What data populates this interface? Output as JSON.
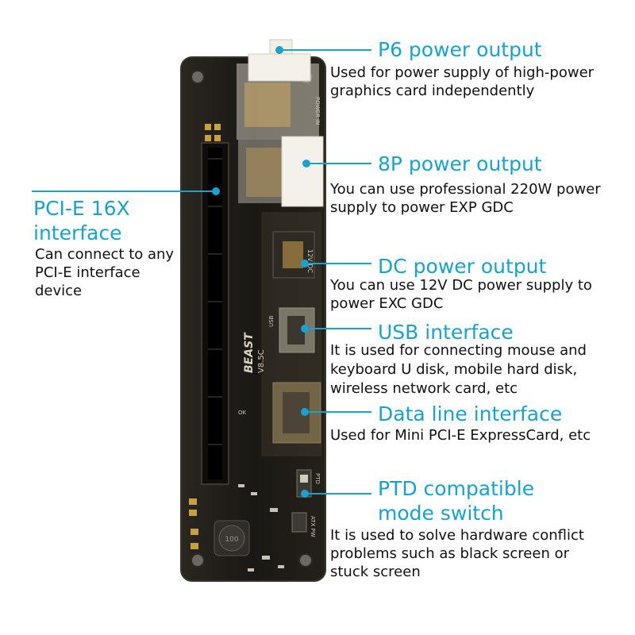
{
  "callouts": {
    "p6": {
      "title": "P6 power output",
      "desc": [
        "Used for power supply of high-power",
        "graphics card independently"
      ]
    },
    "p8": {
      "title": "8P power output",
      "desc": [
        "You can use professional 220W power",
        "supply to power EXP GDC"
      ]
    },
    "pcie": {
      "title": [
        "PCI-E 16X",
        "interface"
      ],
      "desc": [
        "Can connect to any",
        "PCI-E interface",
        "device"
      ]
    },
    "dc": {
      "title": "DC power output",
      "desc": [
        "You can use 12V DC power supply to",
        "power EXC GDC"
      ]
    },
    "usb": {
      "title": "USB interface",
      "desc": [
        "It is used for connecting mouse and",
        "keyboard U disk, mobile hard disk,",
        "wireless network card, etc"
      ]
    },
    "data": {
      "title": "Data line interface",
      "desc": [
        "Used for Mini PCI-E ExpressCard, etc"
      ]
    },
    "ptd": {
      "title": [
        "PTD compatible",
        "mode switch"
      ],
      "desc": [
        "It is used to solve hardware conflict",
        "problems such as black screen or",
        "stuck screen"
      ]
    }
  },
  "board": {
    "silk_brand": "BEAST",
    "silk_version": "V8.5C",
    "silk_power": "POWER IN",
    "silk_dc": "12V DC",
    "silk_usb": "USB",
    "silk_ok": "OK",
    "silk_ptd": "PTD",
    "silk_atx": "ATX PW",
    "inductor": "100"
  },
  "colors": {
    "accent": "#17a2cf",
    "pcb": "#1c1a16",
    "text": "#111111"
  }
}
